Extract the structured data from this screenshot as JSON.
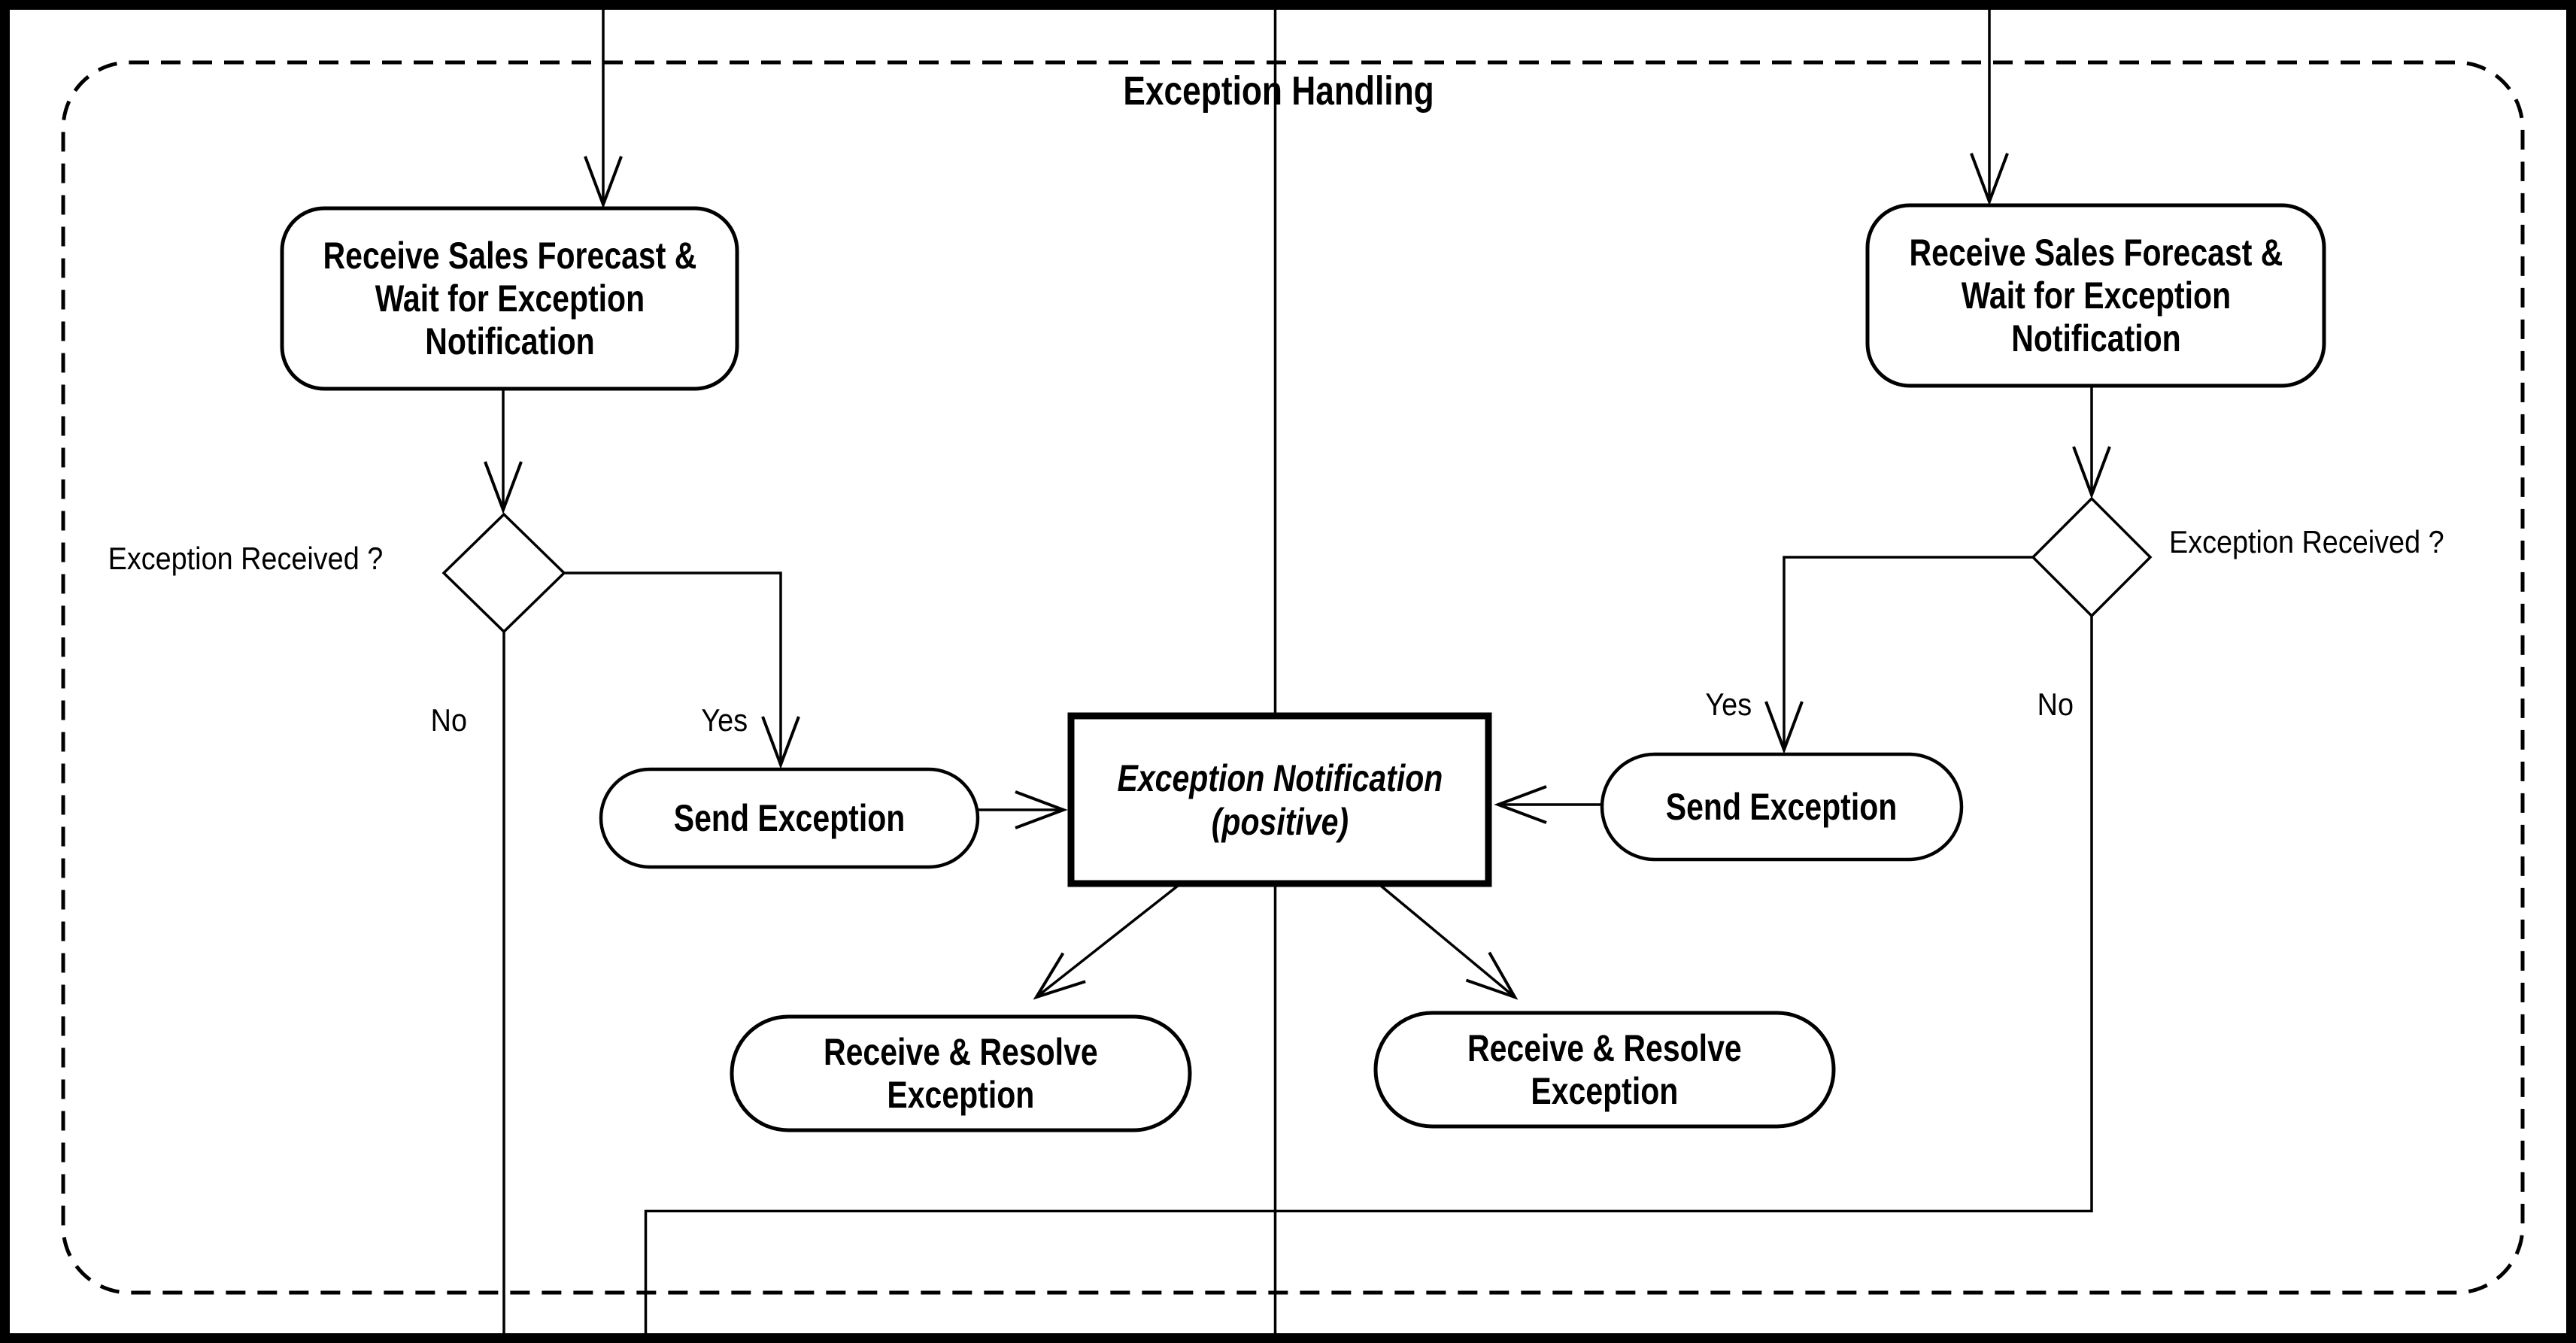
{
  "diagram": {
    "title": "Exception Handling",
    "colors": {
      "ink": "#000000",
      "paper": "#ffffff"
    },
    "left_lane": {
      "receive_wait": {
        "lines": [
          "Receive Sales Forecast &",
          "Wait for Exception",
          "Notification"
        ]
      },
      "decision_question": "Exception Received ?",
      "branch_no": "No",
      "branch_yes": "Yes",
      "send_exception": "Send Exception",
      "receive_resolve": {
        "lines": [
          "Receive & Resolve",
          "Exception"
        ]
      }
    },
    "right_lane": {
      "receive_wait": {
        "lines": [
          "Receive Sales Forecast &",
          "Wait for Exception",
          "Notification"
        ]
      },
      "decision_question": "Exception Received ?",
      "branch_no": "No",
      "branch_yes": "Yes",
      "send_exception": "Send Exception",
      "receive_resolve": {
        "lines": [
          "Receive & Resolve",
          "Exception"
        ]
      }
    },
    "center": {
      "notification_box": {
        "lines": [
          "Exception Notification",
          "(positive)"
        ]
      }
    }
  }
}
